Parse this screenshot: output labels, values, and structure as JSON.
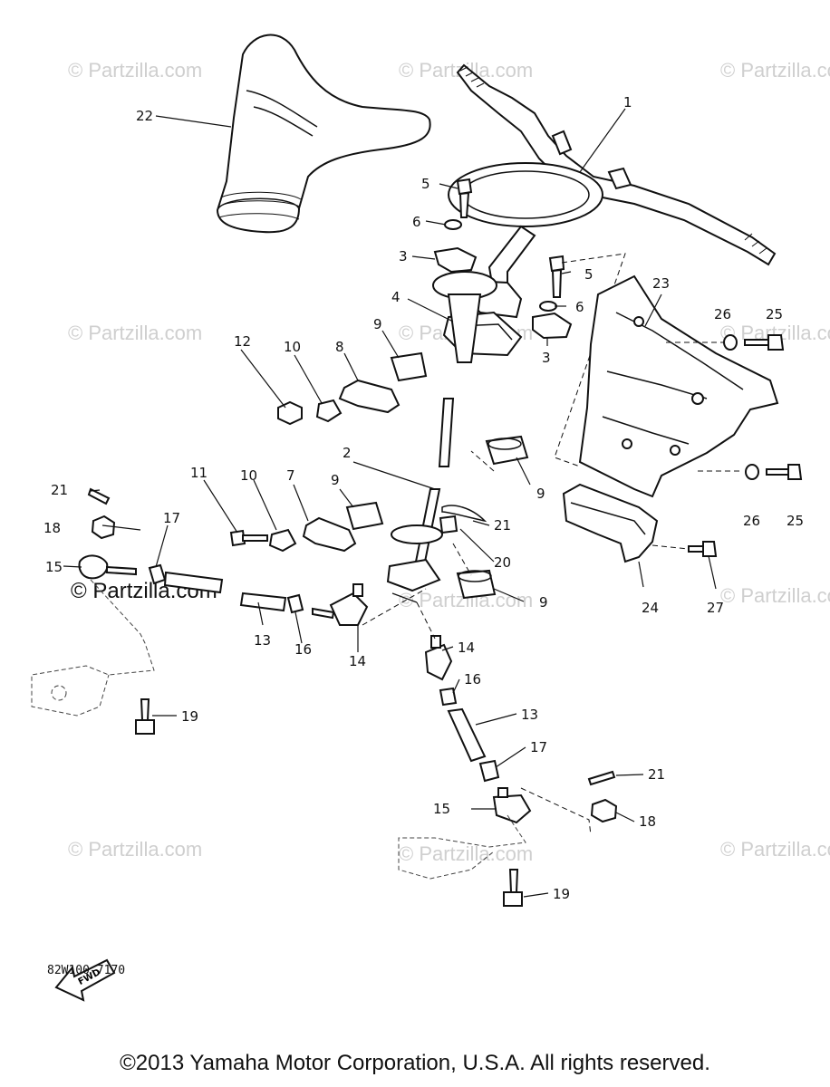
{
  "watermark": "© Partzilla.com",
  "diagram_code": "82W100-7170",
  "fwd_label": "FWD",
  "copyright": "©2013 Yamaha Motor Corporation, U.S.A. All rights reserved.",
  "callouts": [
    {
      "id": "c22a",
      "text": "22"
    },
    {
      "id": "c1",
      "text": "1"
    },
    {
      "id": "c5a",
      "text": "5"
    },
    {
      "id": "c6a",
      "text": "6"
    },
    {
      "id": "c3a",
      "text": "3"
    },
    {
      "id": "c5b",
      "text": "5"
    },
    {
      "id": "c6b",
      "text": "6"
    },
    {
      "id": "c3b",
      "text": "3"
    },
    {
      "id": "c4",
      "text": "4"
    },
    {
      "id": "c23",
      "text": "23"
    },
    {
      "id": "c26a",
      "text": "26"
    },
    {
      "id": "c25a",
      "text": "25"
    },
    {
      "id": "c12",
      "text": "12"
    },
    {
      "id": "c10a",
      "text": "10"
    },
    {
      "id": "c8",
      "text": "8"
    },
    {
      "id": "c9a",
      "text": "9"
    },
    {
      "id": "c9b",
      "text": "9"
    },
    {
      "id": "c2",
      "text": "2"
    },
    {
      "id": "c26b",
      "text": "26"
    },
    {
      "id": "c25b",
      "text": "25"
    },
    {
      "id": "c21a",
      "text": "21"
    },
    {
      "id": "c11",
      "text": "11"
    },
    {
      "id": "c10b",
      "text": "10"
    },
    {
      "id": "c7",
      "text": "7"
    },
    {
      "id": "c9c",
      "text": "9"
    },
    {
      "id": "c21b",
      "text": "21"
    },
    {
      "id": "c18a",
      "text": "18"
    },
    {
      "id": "c17a",
      "text": "17"
    },
    {
      "id": "c20",
      "text": "20"
    },
    {
      "id": "c15a",
      "text": "15"
    },
    {
      "id": "c9d",
      "text": "9"
    },
    {
      "id": "c24",
      "text": "24"
    },
    {
      "id": "c27",
      "text": "27"
    },
    {
      "id": "c13a",
      "text": "13"
    },
    {
      "id": "c16a",
      "text": "16"
    },
    {
      "id": "c14a",
      "text": "14"
    },
    {
      "id": "c14b",
      "text": "14"
    },
    {
      "id": "c16b",
      "text": "16"
    },
    {
      "id": "c19a",
      "text": "19"
    },
    {
      "id": "c13b",
      "text": "13"
    },
    {
      "id": "c17b",
      "text": "17"
    },
    {
      "id": "c21c",
      "text": "21"
    },
    {
      "id": "c15b",
      "text": "15"
    },
    {
      "id": "c18b",
      "text": "18"
    },
    {
      "id": "c19b",
      "text": "19"
    }
  ]
}
